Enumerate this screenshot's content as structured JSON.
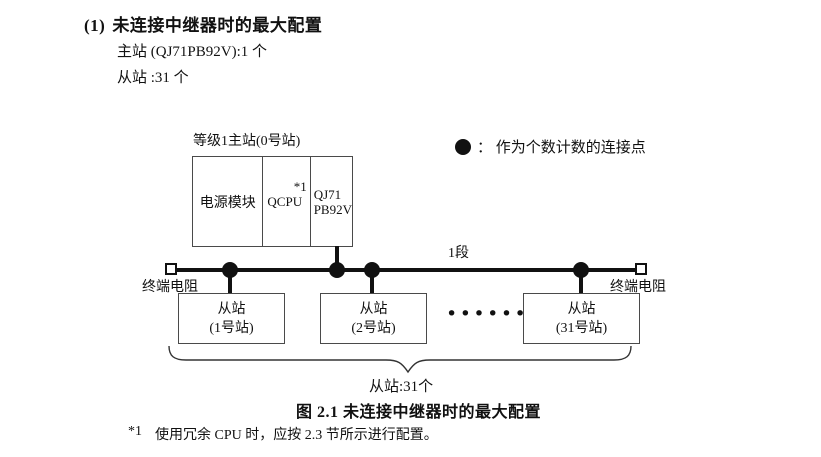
{
  "header": {
    "number": "(1)",
    "title": "未连接中继器时的最大配置",
    "master_line": "主站 (QJ71PB92V):1 个",
    "slave_line": "从站 :31 个"
  },
  "legend": {
    "marker_icon": "connection-point-dot",
    "text": "：  作为个数计数的连接点"
  },
  "diagram": {
    "master": {
      "label": "等级1主站(0号站)",
      "power_module": "电源模块",
      "cpu": "QCPU",
      "cpu_note": "*1",
      "pb92v_line1": "QJ71",
      "pb92v_line2": "PB92V"
    },
    "bus": {
      "segment_label": "1段",
      "terminator_left": "终端电阻",
      "terminator_right": "终端电阻"
    },
    "slaves": [
      {
        "name": "从站",
        "station": "(1号站)"
      },
      {
        "name": "从站",
        "station": "(2号站)"
      },
      {
        "name": "从站",
        "station": "(31号站)"
      }
    ],
    "ellipsis": "••••••",
    "brace_label": "从站:31个"
  },
  "caption": "图 2.1 未连接中继器时的最大配置",
  "footnote": {
    "marker": "*1",
    "text": "使用冗余 CPU 时，应按 2.3 节所示进行配置。"
  },
  "colors": {
    "ink": "#111111",
    "box_border": "#4a4a4a",
    "background": "#ffffff"
  }
}
